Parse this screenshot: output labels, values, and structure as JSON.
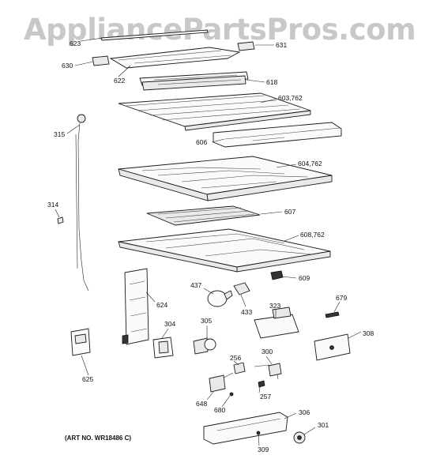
{
  "watermark": "AppliancePartsPros.com",
  "art_number": "(ART NO. WR18486 C)",
  "callouts": {
    "p623": "623",
    "p631": "631",
    "p630": "630",
    "p622": "622",
    "p618": "618",
    "p603": "603,762",
    "p315": "315",
    "p606": "606",
    "p604": "604,762",
    "p314": "314",
    "p607": "607",
    "p608": "608,762",
    "p609": "609",
    "p437": "437",
    "p624": "624",
    "p433": "433",
    "p323": "323",
    "p679": "679",
    "p305": "305",
    "p304": "304",
    "p308": "308",
    "p300": "300",
    "p256": "256",
    "p625": "625",
    "p257": "257",
    "p648": "648",
    "p680": "680",
    "p306": "306",
    "p301": "301",
    "p309": "309"
  }
}
